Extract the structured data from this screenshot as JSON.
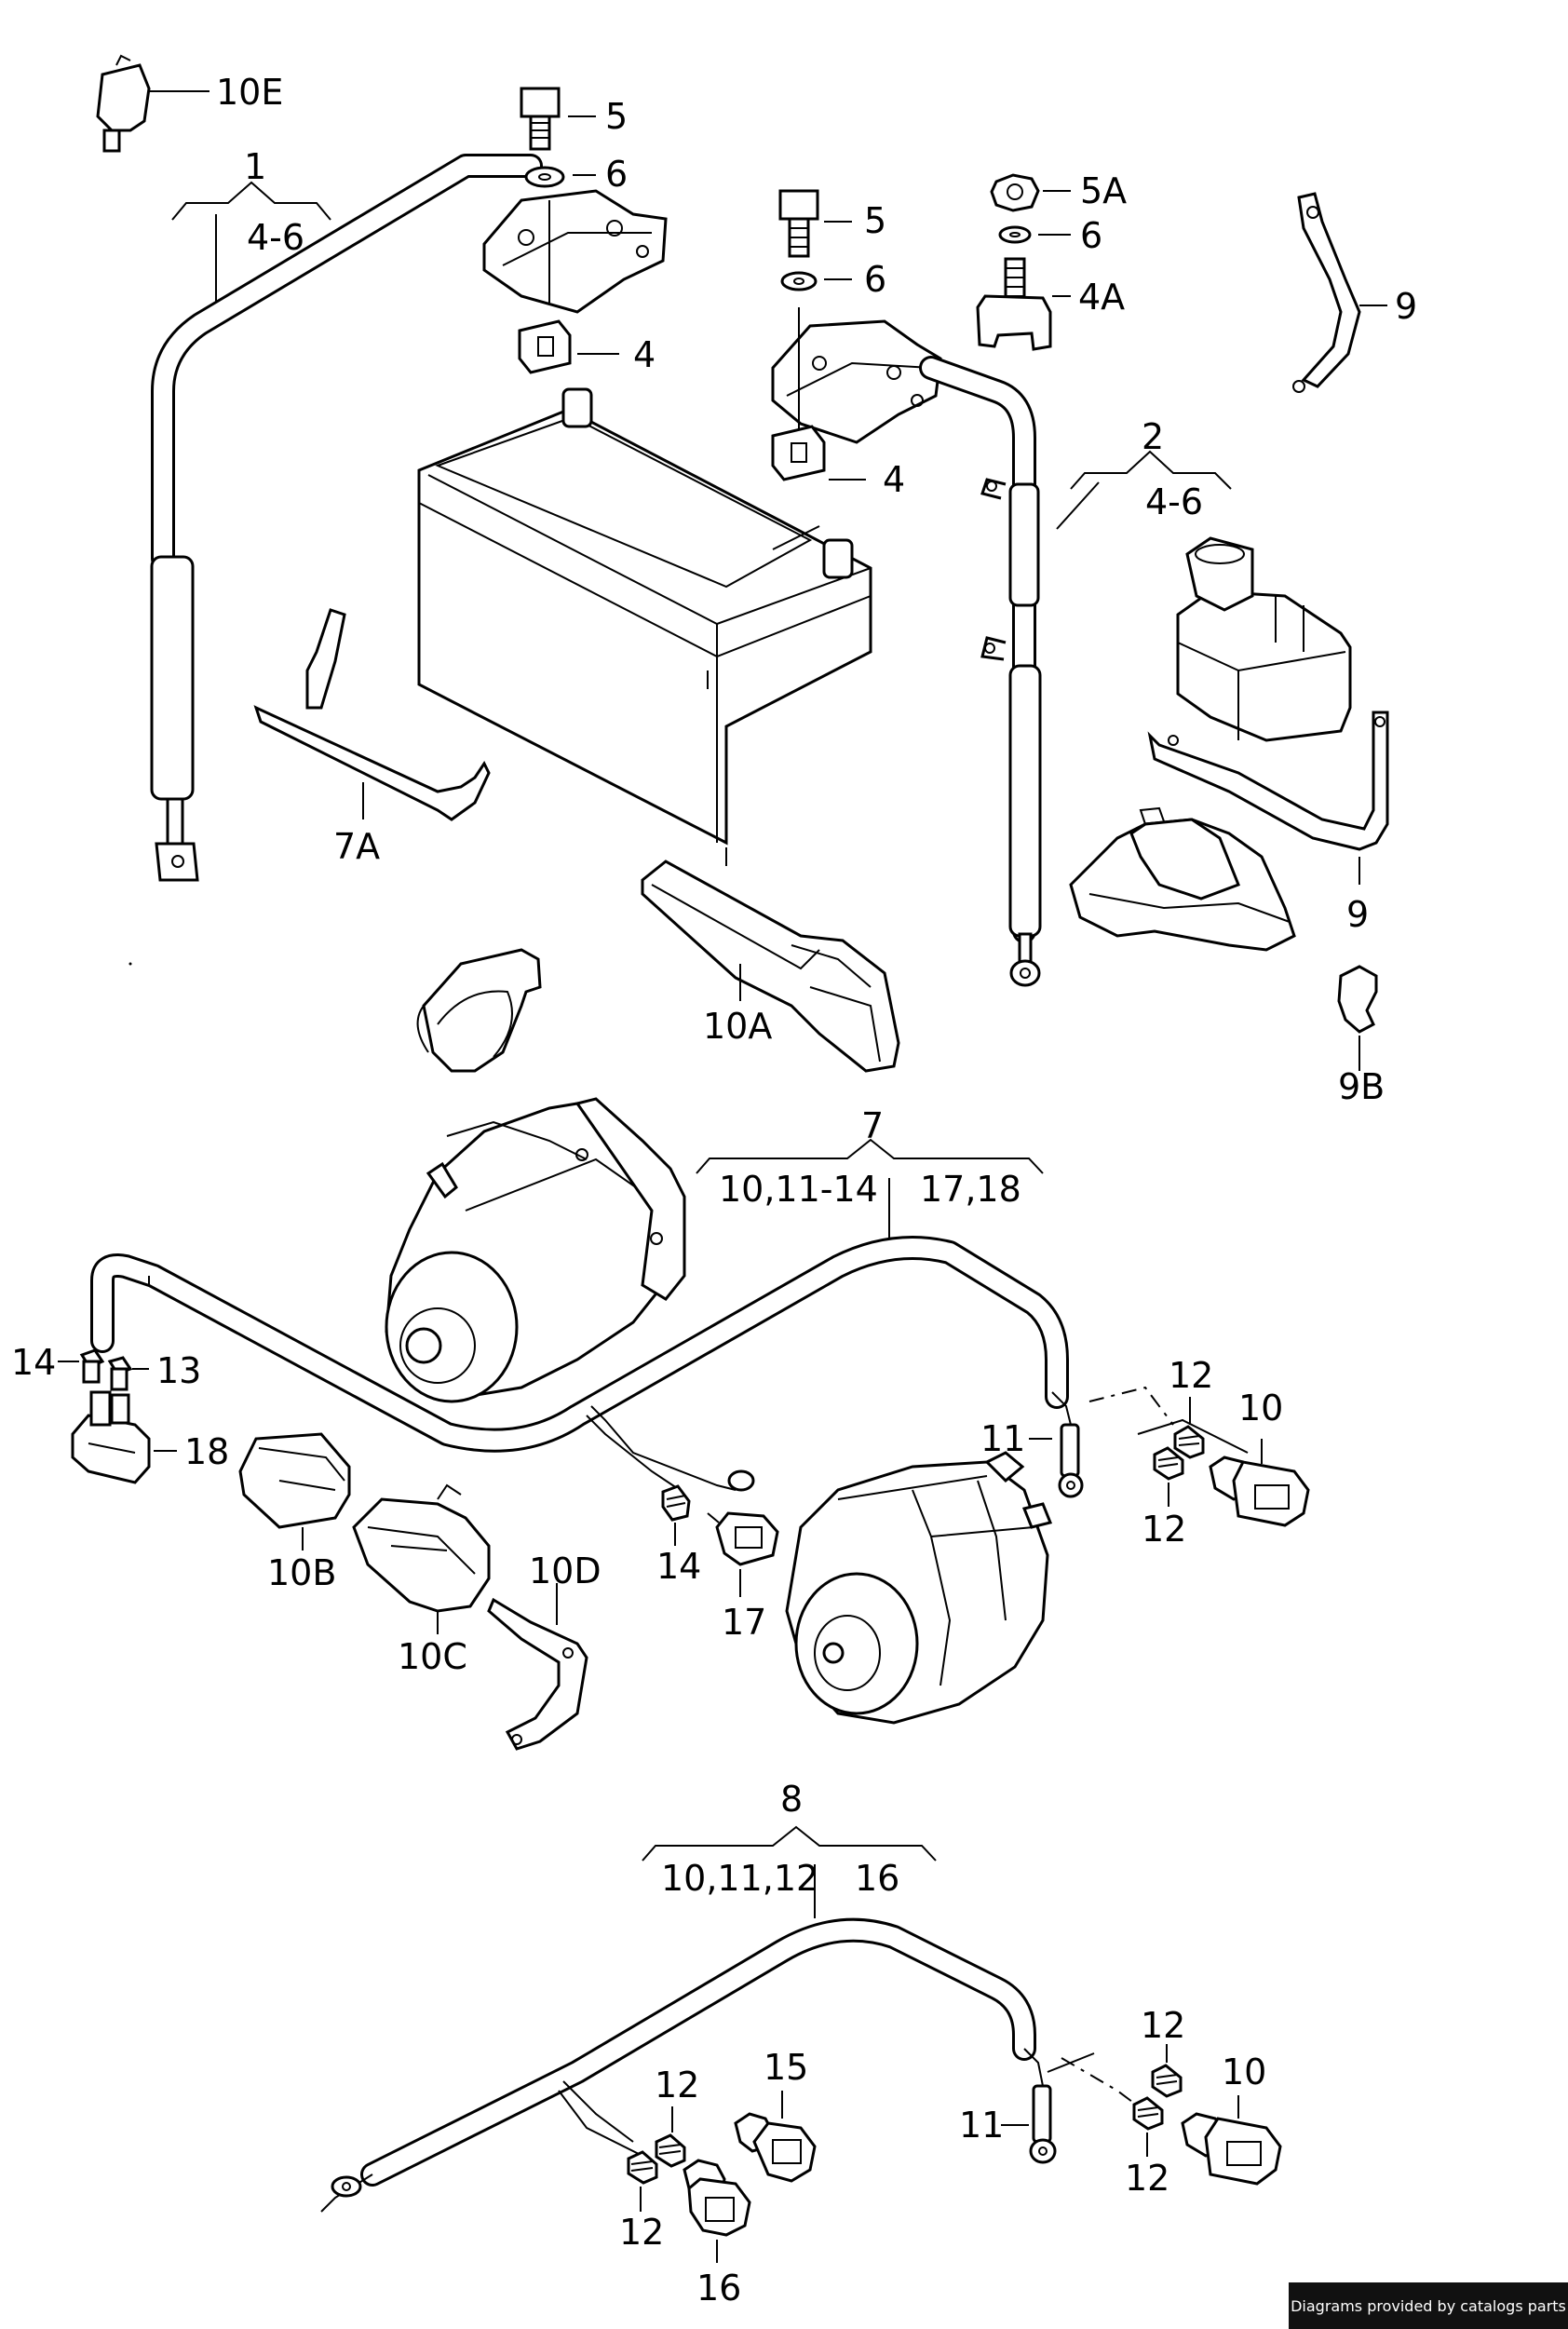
{
  "callouts": {
    "c10E": "10E",
    "c1": "1",
    "c1r": "4-6",
    "c5a": "5",
    "c6a": "6",
    "c4a": "4",
    "c5b": "5",
    "c6b": "6",
    "c4b": "4",
    "c5A": "5A",
    "c6c": "6",
    "c4A": "4A",
    "c9a": "9",
    "c2": "2",
    "c2r": "4-6",
    "c7A": "7A",
    "c10A": "10A",
    "c9b": "9",
    "c9B": "9B",
    "c7": "7",
    "c7l": "10,11-14",
    "c7r": "17,18",
    "c14a": "14",
    "c13": "13",
    "c18": "18",
    "c10B": "10B",
    "c10C": "10C",
    "c10D": "10D",
    "c14b": "14",
    "c17": "17",
    "c11a": "11",
    "c12a": "12",
    "c12b": "12",
    "c10a": "10",
    "c8": "8",
    "c8l": "10,11,12",
    "c8r": "16",
    "c12c": "12",
    "c15": "15",
    "c12d": "12",
    "c16": "16",
    "c11b": "11",
    "c12e": "12",
    "c12f": "12",
    "c10b": "10"
  },
  "footer": {
    "credit": "Diagrams provided by catalogs parts"
  }
}
